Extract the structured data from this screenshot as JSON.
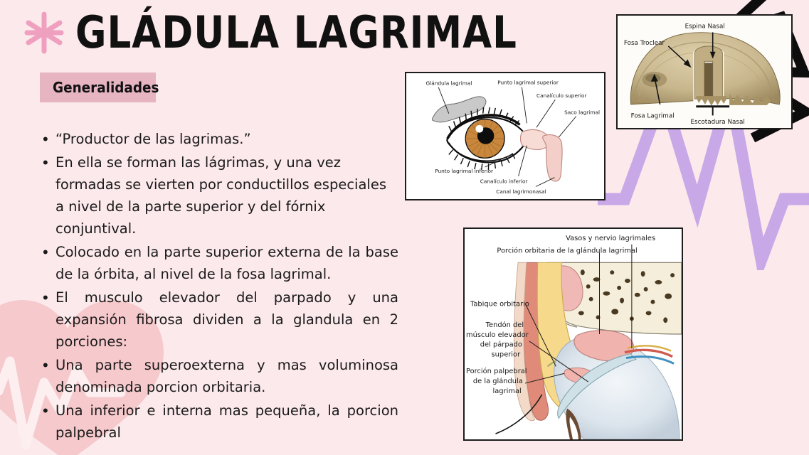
{
  "slide": {
    "background_color": "#fce9ec",
    "title": "GLÁDULA LAGRIMAL",
    "star_icon": "sparkle-asterisk-icon",
    "badge_label": "Generalidades",
    "badge_color": "#e7b5c2",
    "accent_pink": "#f0a0bf",
    "accent_purple": "#c9a8e8",
    "heart_color": "#f6c9cc"
  },
  "bullets": [
    {
      "text": "“Productor de las lagrimas.”",
      "justified": false
    },
    {
      "text": "En ella se forman las lágrimas, y una vez formadas se vierten por conductillos especiales a nivel de la parte superior y del fórnix conjuntival.",
      "justified": false
    },
    {
      "text": "Colocado en la parte superior externa de la base de la órbita, al nivel de la fosa lagrimal.",
      "justified": true
    },
    {
      "text": "El musculo elevador del parpado y una expansión fibrosa dividen a la glandula en 2 porciones:",
      "justified": true
    },
    {
      "text": "Una parte superoexterna y mas voluminosa denominada porcion orbitaria.",
      "justified": true
    },
    {
      "text": "Una inferior e interna mas pequeña, la porcion palpebral",
      "justified": true
    }
  ],
  "figures": {
    "eye": {
      "name": "lacrimal-apparatus-eye-diagram",
      "labels": {
        "glandula": "Glándula lagrimal",
        "punto_sup": "Punto lagrimal superior",
        "canaliculo_sup": "Canalículo superior",
        "saco": "Saco lagrimal",
        "punto_inf": "Punto lagrimal inferior",
        "canaliculo_inf": "Canalículo inferior",
        "canal": "Canal lagrimonasal"
      },
      "colors": {
        "iris": "#c8873c",
        "pupil": "#0d0d0d",
        "gland": "#c9c9c9",
        "duct": "#f4cfc9"
      }
    },
    "skull": {
      "name": "frontal-bone-orbit-photograph",
      "labels": {
        "espina": "Espina Nasal",
        "troclear": "Fosa Troclear",
        "lagrimal": "Fosa Lagrimal",
        "escotadura": "Escotadura Nasal"
      },
      "colors": {
        "bone": "#cdbb92",
        "bone_dark": "#8d7a54"
      }
    },
    "orbit": {
      "name": "orbital-sagittal-section-diagram",
      "labels": {
        "vasos": "Vasos y nervio lagrimales",
        "porcion_orbitaria": "Porción orbitaria de la glándula lagrimal",
        "tabique": "Tabique orbitario",
        "tendon_l1": "Tendón del",
        "tendon_l2": "músculo elevador",
        "tendon_l3": "del párpado",
        "tendon_l4": "superior",
        "palpebral_l1": "Porción palpebral",
        "palpebral_l2": "de la glándula",
        "palpebral_l3": "lagrimal"
      },
      "colors": {
        "fat": "#f6d98b",
        "muscle": "#e08a7a",
        "gland": "#f0b3ae",
        "bone": "#f2ead6",
        "globe": "#dfe7ee"
      }
    }
  }
}
